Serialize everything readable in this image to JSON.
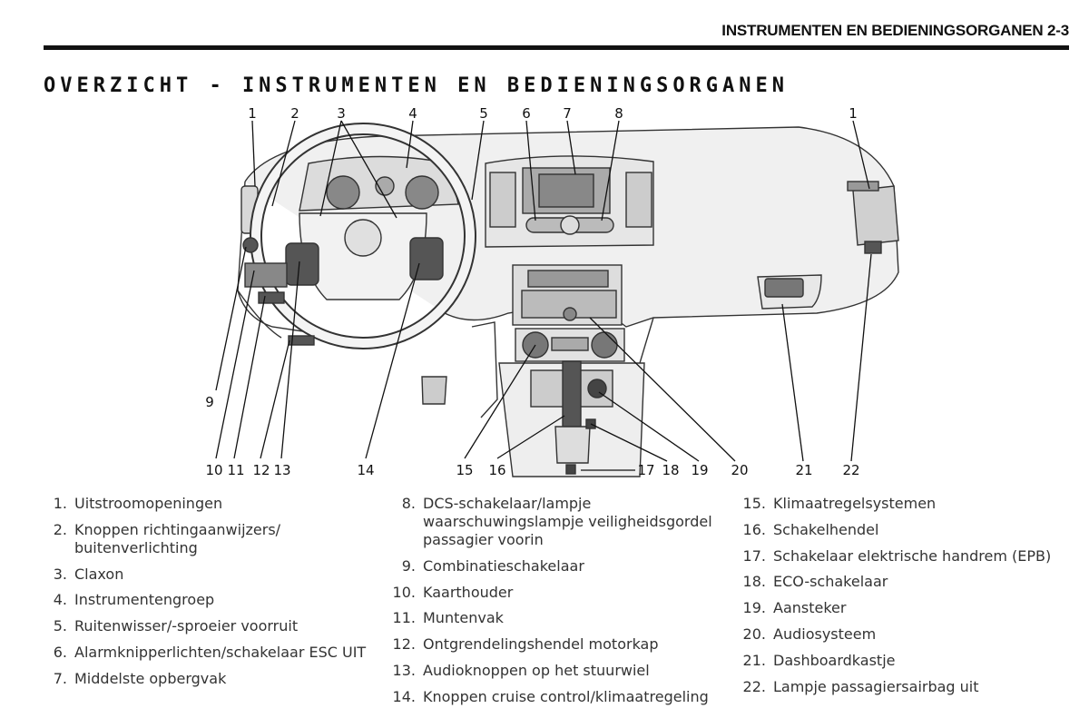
{
  "header": {
    "running_head": "INSTRUMENTEN EN BEDIENINGSORGANEN 2-3"
  },
  "section": {
    "title": "OVERZICHT - INSTRUMENTEN EN BEDIENINGSORGANEN"
  },
  "illustration": {
    "callouts": [
      "1",
      "2",
      "3",
      "4",
      "5",
      "6",
      "7",
      "8",
      "1",
      "9",
      "10",
      "11",
      "12",
      "13",
      "14",
      "15",
      "16",
      "17",
      "18",
      "19",
      "20",
      "21",
      "22"
    ]
  },
  "legend": {
    "column1": [
      {
        "num": "1.",
        "label": "Uitstroomopeningen"
      },
      {
        "num": "2.",
        "label": "Knoppen richtingaanwijzers/ buitenverlichting"
      },
      {
        "num": "3.",
        "label": "Claxon"
      },
      {
        "num": "4.",
        "label": "Instrumentengroep"
      },
      {
        "num": "5.",
        "label": "Ruitenwisser/-sproeier voorruit"
      },
      {
        "num": "6.",
        "label": "Alarmknipperlichten/schakelaar ESC UIT"
      },
      {
        "num": "7.",
        "label": "Middelste opbergvak"
      }
    ],
    "column2": [
      {
        "num": "8.",
        "label": "DCS-schakelaar/lampje waarschuwingslampje veiligheidsgordel passagier voorin"
      },
      {
        "num": "9.",
        "label": "Combinatieschakelaar"
      },
      {
        "num": "10.",
        "label": "Kaarthouder"
      },
      {
        "num": "11.",
        "label": "Muntenvak"
      },
      {
        "num": "12.",
        "label": "Ontgrendelingshendel motorkap"
      },
      {
        "num": "13.",
        "label": "Audioknoppen op het stuurwiel"
      },
      {
        "num": "14.",
        "label": "Knoppen cruise control/klimaatregeling"
      }
    ],
    "column3": [
      {
        "num": "15.",
        "label": "Klimaatregelsystemen"
      },
      {
        "num": "16.",
        "label": "Schakelhendel"
      },
      {
        "num": "17.",
        "label": "Schakelaar elektrische handrem (EPB)"
      },
      {
        "num": "18.",
        "label": "ECO-schakelaar"
      },
      {
        "num": "19.",
        "label": "Aansteker"
      },
      {
        "num": "20.",
        "label": "Audiosysteem"
      },
      {
        "num": "21.",
        "label": "Dashboardkastje"
      },
      {
        "num": "22.",
        "label": "Lampje passagiersairbag uit"
      }
    ]
  }
}
